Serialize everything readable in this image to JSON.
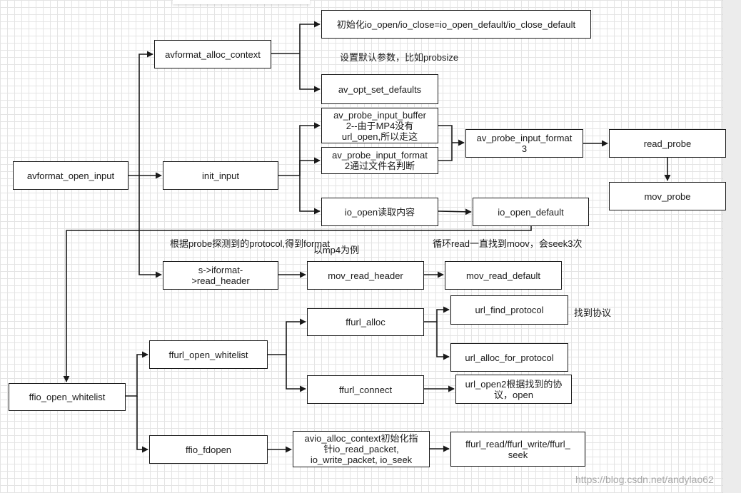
{
  "nodes": {
    "avformat_open_input": [
      "avformat_open_input"
    ],
    "avformat_alloc_context": [
      "avformat_alloc_context"
    ],
    "init_io_open": [
      "初始化io_open/io_close=io_open_default/io_close_default"
    ],
    "av_opt_set_defaults": [
      "av_opt_set_defaults"
    ],
    "init_input": [
      "init_input"
    ],
    "av_probe_input_buffer2": [
      "av_probe_input_buffer",
      "2--由于MP4没有",
      "url_open,所以走这"
    ],
    "av_probe_input_format2": [
      "av_probe_input_format",
      "2通过文件名判断"
    ],
    "av_probe_input_format3": [
      "av_probe_input_format",
      "3"
    ],
    "read_probe": [
      "read_probe"
    ],
    "mov_probe": [
      "mov_probe"
    ],
    "io_open_read": [
      "io_open读取内容"
    ],
    "io_open_default": [
      "io_open_default"
    ],
    "iformat_read_header": [
      "s->iformat-",
      ">read_header"
    ],
    "mov_read_header": [
      "mov_read_header"
    ],
    "mov_read_default": [
      "mov_read_default"
    ],
    "ffio_open_whitelist": [
      "ffio_open_whitelist"
    ],
    "ffurl_open_whitelist": [
      "ffurl_open_whitelist"
    ],
    "ffurl_alloc": [
      "ffurl_alloc"
    ],
    "url_find_protocol": [
      "url_find_protocol"
    ],
    "url_alloc_for_protocol": [
      "url_alloc_for_protocol"
    ],
    "ffurl_connect": [
      "ffurl_connect"
    ],
    "url_open2": [
      "url_open2根据找到的协",
      "议，open"
    ],
    "ffio_fdopen": [
      "ffio_fdopen"
    ],
    "avio_alloc_context": [
      "avio_alloc_context初始化指",
      "针io_read_packet,",
      "io_write_packet, io_seek"
    ],
    "ffurl_read_write_seek": [
      "ffurl_read/ffurl_write/ffurl_",
      "seek"
    ]
  },
  "notes": {
    "probsize": [
      "设置默认参数，比如",
      "probsize"
    ],
    "probe_protocol": [
      "根据probe探测到的",
      "protocol,得到format"
    ],
    "mp4_example": [
      "以mp4为例"
    ],
    "seek3": [
      "循环read一直找到moov，",
      "会seek3次"
    ],
    "find_protocol": [
      "找到协议"
    ]
  },
  "watermark": "https://blog.csdn.net/andylao62",
  "colors": {
    "stroke": "#1a1a1a",
    "grid": "#e4e4e4",
    "box_fill": "#ffffff"
  }
}
